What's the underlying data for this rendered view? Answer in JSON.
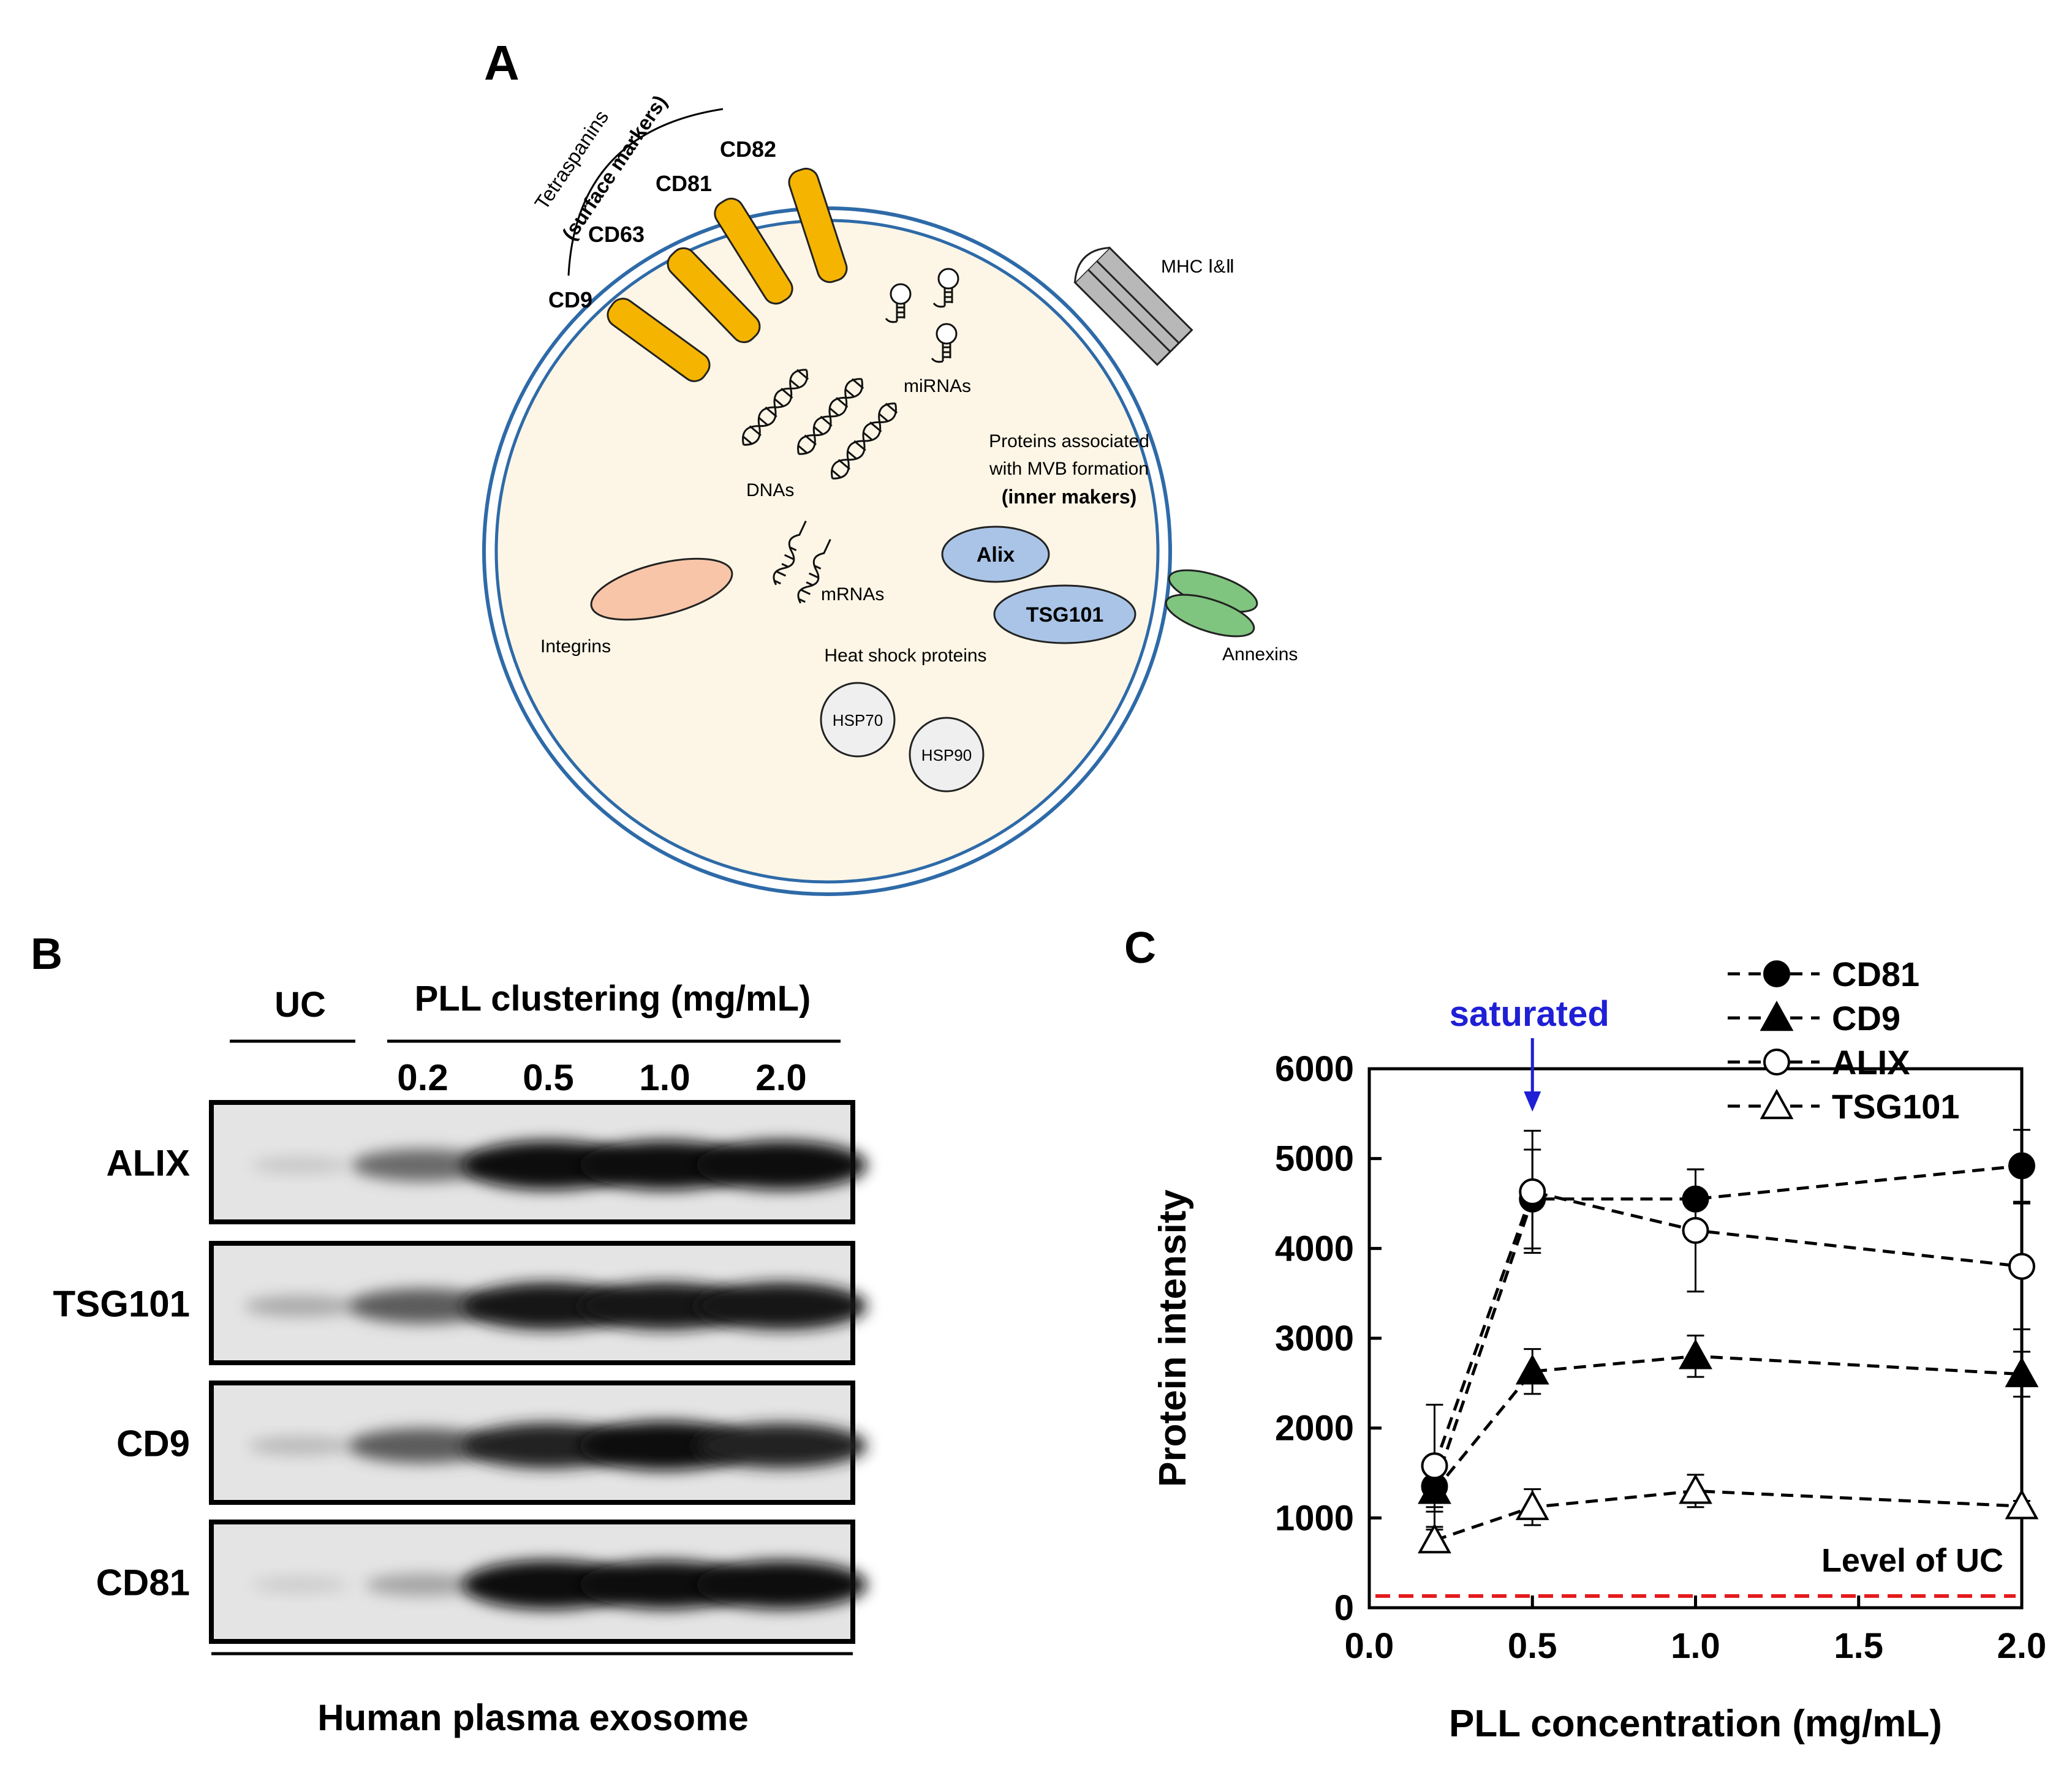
{
  "panel_a": {
    "letter": "A",
    "tetraspanins_label": "Tetraspanins",
    "surface_markers_label": "(surface markers)",
    "cd9": "CD9",
    "cd63": "CD63",
    "cd81": "CD81",
    "cd82": "CD82",
    "mhc": "MHC Ⅰ&Ⅱ",
    "mirnas": "miRNAs",
    "dnas": "DNAs",
    "proteins_line1": "Proteins associated",
    "proteins_line2": "with MVB formation",
    "inner_makers": "(inner makers)",
    "alix": "Alix",
    "tsg101": "TSG101",
    "mrnas": "mRNAs",
    "integrins": "Integrins",
    "annexins": "Annexins",
    "heat_shock": "Heat shock proteins",
    "hsp70": "HSP70",
    "hsp90": "HSP90",
    "colors": {
      "membrane": "#2e6aa8",
      "cytoplasm": "#fdf6e6",
      "tetraspanin": "#f5b400",
      "alix_fill": "#a9c4e6",
      "integrin_fill": "#f8c5a8",
      "annexin_fill": "#7fc47f",
      "mhc_fill": "#b8b8b8"
    }
  },
  "panel_b": {
    "letter": "B",
    "uc_label": "UC",
    "pll_label": "PLL clustering (mg/mL)",
    "concentrations": [
      "0.2",
      "0.5",
      "1.0",
      "2.0"
    ],
    "rows": [
      "ALIX",
      "TSG101",
      "CD9",
      "CD81"
    ],
    "footer": "Human plasma exosome",
    "band_intensity": [
      [
        0.12,
        0.55,
        1.0,
        1.0,
        1.0
      ],
      [
        0.25,
        0.62,
        0.95,
        0.95,
        0.95
      ],
      [
        0.18,
        0.62,
        0.9,
        1.0,
        0.88
      ],
      [
        0.1,
        0.28,
        1.0,
        0.98,
        0.98
      ]
    ]
  },
  "panel_c": {
    "letter": "C",
    "annotation": "saturated",
    "uc_label": "Level of UC",
    "chart_data": {
      "type": "line",
      "xlabel": "PLL concentration (mg/mL)",
      "ylabel": "Protein intensity",
      "xlim": [
        0,
        2.0
      ],
      "ylim": [
        0,
        6000
      ],
      "xticks": [
        "0.0",
        "0.5",
        "1.0",
        "1.5",
        "2.0"
      ],
      "yticks": [
        "0",
        "1000",
        "2000",
        "3000",
        "4000",
        "5000",
        "6000"
      ],
      "x": [
        0.2,
        0.5,
        1.0,
        2.0
      ],
      "series": [
        {
          "name": "CD81",
          "marker": "filled-circle",
          "values": [
            1350,
            4550,
            4550,
            4920
          ],
          "errors": [
            230,
            550,
            330,
            400
          ]
        },
        {
          "name": "CD9",
          "marker": "filled-triangle",
          "values": [
            1300,
            2630,
            2800,
            2600
          ],
          "errors": [
            230,
            250,
            230,
            250
          ]
        },
        {
          "name": "ALIX",
          "marker": "open-circle",
          "values": [
            1580,
            4630,
            4200,
            3800
          ],
          "errors": [
            680,
            680,
            680,
            700
          ]
        },
        {
          "name": "TSG101",
          "marker": "open-triangle",
          "values": [
            750,
            1120,
            1300,
            1130
          ],
          "errors": [
            120,
            200,
            180,
            60
          ]
        }
      ],
      "uc_level": 130,
      "saturated_x": 0.5,
      "legend_position": "top-right",
      "grid": false,
      "colors": {
        "uc_line": "#e41a1c",
        "annotation": "#1f1fd6"
      }
    }
  }
}
